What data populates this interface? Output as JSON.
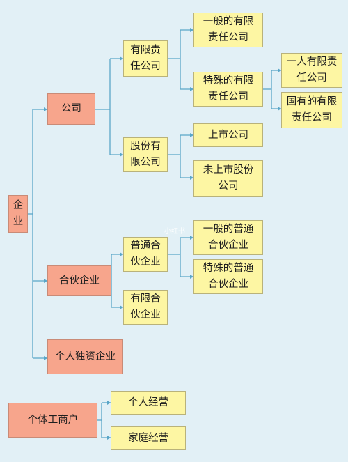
{
  "colors": {
    "background": "#e2f0f6",
    "category_fill": "#f7a58c",
    "leaf_fill": "#fdf6a3",
    "connector": "#5aa6c8"
  },
  "nodes": {
    "qiye": "企业",
    "gongsi": "公司",
    "youxian_zeren_gongsi": "有限责\n任公司",
    "yiban_youxian": "一般的有限\n责任公司",
    "teshu_youxian": "特殊的有限\n责任公司",
    "yiren_youxian": "一人有限责\n任公司",
    "guoyou": "国有的有限\n责任公司",
    "gufen_youxian": "股份有\n限公司",
    "shangshi": "上市公司",
    "weishangshi": "未上市股份\n公司",
    "hehuo": "合伙企业",
    "putong_hehuo": "普通合\n伙企业",
    "yiban_putong": "一般的普通\n合伙企业",
    "teshu_putong": "特殊的普通\n合伙企业",
    "youxian_hehuo": "有限合\n伙企业",
    "geren_duzi": "个人独资企业",
    "getigongshanghu": "个体工商户",
    "geren_jingying": "个人经营",
    "jiating_jingying": "家庭经营"
  },
  "watermark": "小红书"
}
